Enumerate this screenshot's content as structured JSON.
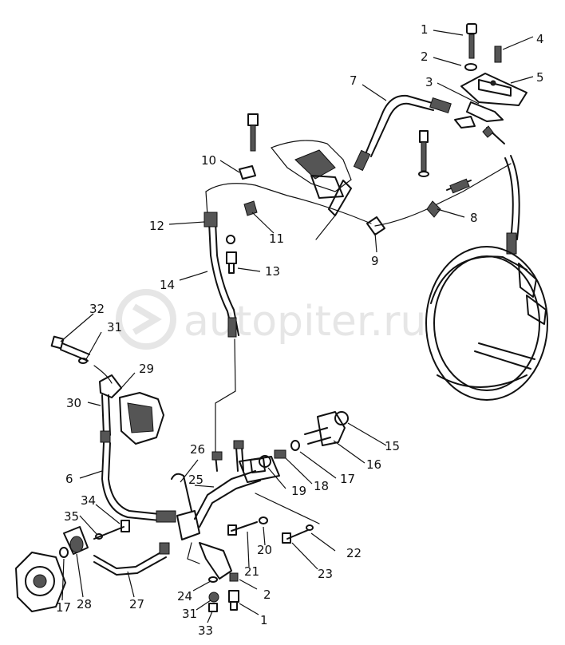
{
  "watermark": {
    "text": "autopiter.ru"
  },
  "callouts": [
    {
      "label": "1"
    },
    {
      "label": "2"
    },
    {
      "label": "3"
    },
    {
      "label": "4"
    },
    {
      "label": "5"
    },
    {
      "label": "7"
    },
    {
      "label": "8"
    },
    {
      "label": "9"
    },
    {
      "label": "10"
    },
    {
      "label": "11"
    },
    {
      "label": "12"
    },
    {
      "label": "13"
    },
    {
      "label": "14"
    },
    {
      "label": "32"
    },
    {
      "label": "31"
    },
    {
      "label": "29"
    },
    {
      "label": "30"
    },
    {
      "label": "6"
    },
    {
      "label": "26"
    },
    {
      "label": "25"
    },
    {
      "label": "15"
    },
    {
      "label": "16"
    },
    {
      "label": "17"
    },
    {
      "label": "18"
    },
    {
      "label": "19"
    },
    {
      "label": "34"
    },
    {
      "label": "35"
    },
    {
      "label": "20"
    },
    {
      "label": "22"
    },
    {
      "label": "21"
    },
    {
      "label": "23"
    },
    {
      "label": "2"
    },
    {
      "label": "24"
    },
    {
      "label": "27"
    },
    {
      "label": "17"
    },
    {
      "label": "28"
    },
    {
      "label": "31"
    },
    {
      "label": "33"
    },
    {
      "label": "1"
    }
  ]
}
